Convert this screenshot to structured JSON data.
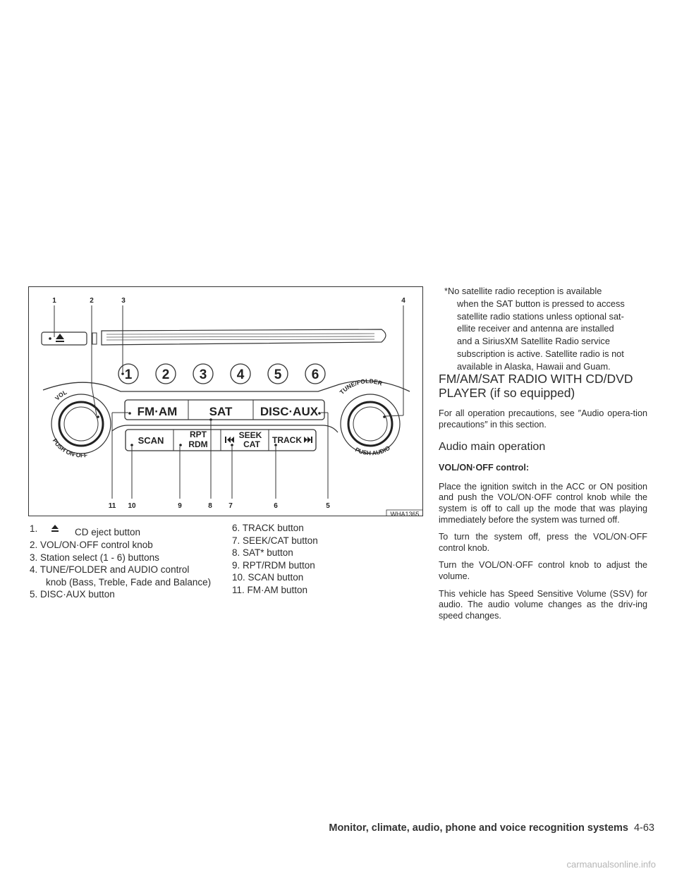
{
  "figure": {
    "callouts": [
      "1",
      "2",
      "3",
      "4",
      "5",
      "6",
      "7",
      "8",
      "9",
      "10",
      "11"
    ],
    "preset_labels": [
      "1",
      "2",
      "3",
      "4",
      "5",
      "6"
    ],
    "vol_label": "VOL",
    "push_on_off_label": "PUSH ON·OFF",
    "tune_folder_label": "TUNE/FOLDER",
    "push_audio_label": "PUSH AUDIO",
    "fm_am": "FM·AM",
    "sat": "SAT",
    "disc_aux": "DISC·AUX",
    "scan": "SCAN",
    "rpt": "RPT",
    "rdm": "RDM",
    "seek": "SEEK",
    "cat": "CAT",
    "track": "TRACK",
    "figure_id": "WHA1365"
  },
  "captions_left": {
    "item1_num": "1.",
    "item1_text": "CD eject button",
    "item2": "2. VOL/ON·OFF control knob",
    "item3": "3. Station select (1 - 6) buttons",
    "item4a": "4. TUNE/FOLDER and AUDIO control",
    "item4b": "knob (Bass, Treble, Fade and Balance)",
    "item5": "5. DISC·AUX button"
  },
  "captions_right": {
    "item6": "6. TRACK button",
    "item7": "7. SEEK/CAT button",
    "item8": "8. SAT* button",
    "item9": "9. RPT/RDM button",
    "item10": "10. SCAN button",
    "item11": "11. FM·AM button"
  },
  "note": {
    "l1": "*No satellite radio reception is available",
    "l2": "when the SAT button is pressed to access",
    "l3": "satellite radio stations unless optional sat-",
    "l4": "ellite receiver and antenna are installed",
    "l5": "and a SiriusXM Satellite Radio service",
    "l6": "subscription is active. Satellite radio is not",
    "l7": "available in Alaska, Hawaii and Guam."
  },
  "section": {
    "title_l1": "FM/AM/SAT RADIO WITH CD/DVD",
    "title_l2": "PLAYER (if so equipped)",
    "intro": "For all operation precautions, see ″Audio opera-tion precautions″ in this section.",
    "subheading": "Audio main operation",
    "control_heading": "VOL/ON·OFF control:",
    "p1": "Place the ignition switch in the ACC or ON position and push the VOL/ON·OFF control knob while the system is off to call up the mode that was playing immediately before the system was turned off.",
    "p2": "To turn the system off, press the VOL/ON·OFF control knob.",
    "p3": "Turn the VOL/ON·OFF control knob to adjust the volume.",
    "p4": "This vehicle has Speed Sensitive Volume (SSV) for audio. The audio volume changes as the driv-ing speed changes."
  },
  "footer": {
    "title": "Monitor, climate, audio, phone and voice recognition systems",
    "page": "4-63"
  },
  "watermark": "carmanualsonline.info"
}
